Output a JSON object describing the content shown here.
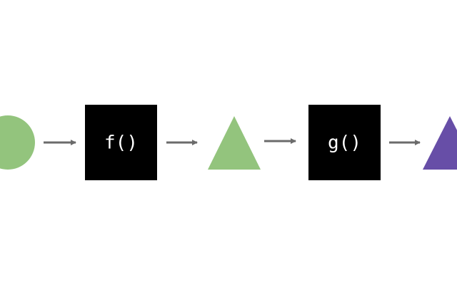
{
  "nodes": [
    {
      "id": "input-circle",
      "shape": "circle",
      "color": "#93c47d"
    },
    {
      "id": "function-f",
      "shape": "box",
      "label": "f()",
      "fill": "#000000",
      "text_color": "#ffffff"
    },
    {
      "id": "middle-triangle",
      "shape": "triangle",
      "color": "#93c47d"
    },
    {
      "id": "function-g",
      "shape": "box",
      "label": "g()",
      "fill": "#000000",
      "text_color": "#ffffff"
    },
    {
      "id": "output-triangle",
      "shape": "triangle",
      "color": "#674ea7"
    }
  ],
  "arrow_color": "#6b6b6b"
}
